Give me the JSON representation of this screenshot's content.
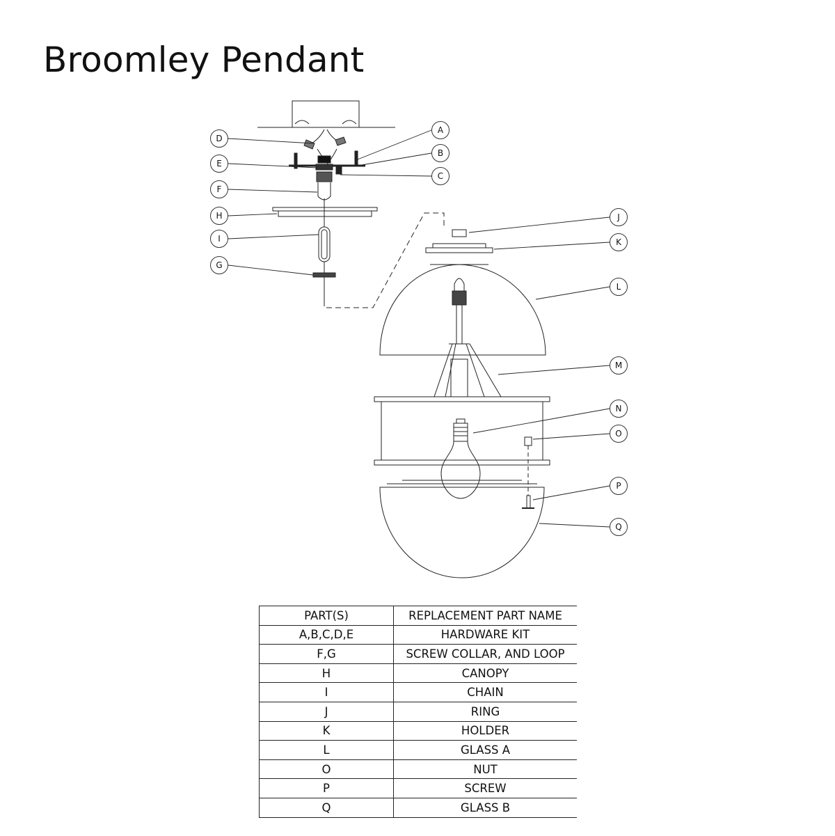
{
  "title": "Broomley Pendant",
  "callouts": [
    "A",
    "B",
    "C",
    "D",
    "E",
    "F",
    "G",
    "H",
    "I",
    "J",
    "K",
    "L",
    "M",
    "N",
    "O",
    "P",
    "Q"
  ],
  "table": {
    "headers": [
      "PART(S)",
      "REPLACEMENT PART NAME"
    ],
    "rows": [
      [
        "A,B,C,D,E",
        "HARDWARE KIT"
      ],
      [
        "F,G",
        "SCREW COLLAR, AND LOOP"
      ],
      [
        "H",
        "CANOPY"
      ],
      [
        "I",
        "CHAIN"
      ],
      [
        "J",
        "RING"
      ],
      [
        "K",
        "HOLDER"
      ],
      [
        "L",
        "GLASS A"
      ],
      [
        "O",
        "NUT"
      ],
      [
        "P",
        "SCREW"
      ],
      [
        "Q",
        "GLASS B"
      ]
    ]
  }
}
